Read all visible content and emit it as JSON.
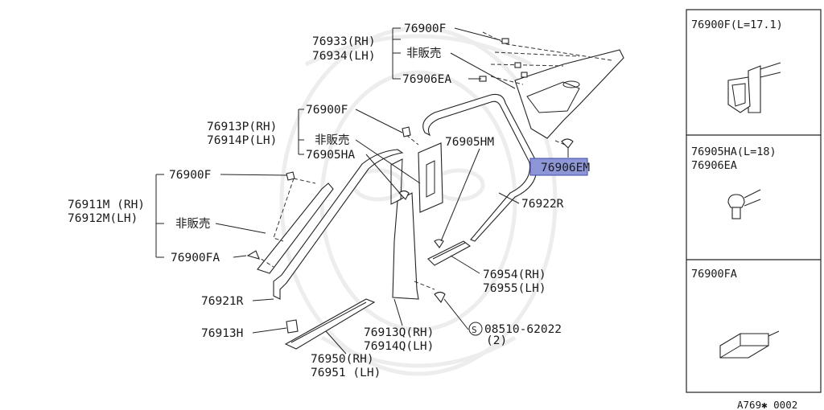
{
  "labels": {
    "p76933": "76933(RH)",
    "p76934": "76934(LH)",
    "p76900F_top": "76900F",
    "not_for_sale_1": "非販売",
    "p76906EA": "76906EA",
    "p76913P": "76913P(RH)",
    "p76914P": "76914P(LH)",
    "p76900F_mid": "76900F",
    "not_for_sale_2": "非販売",
    "p76905HA": "76905HA",
    "p76905HM": "76905HM",
    "p76906EM": "76906EM",
    "p76922R": "76922R",
    "p76911M": "76911M (RH)",
    "p76912M": "76912M(LH)",
    "p76900F_left": "76900F",
    "not_for_sale_3": "非販売",
    "p76900FA": "76900FA",
    "p76921R": "76921R",
    "p76913H": "76913H",
    "p76954": "76954(RH)",
    "p76955": "76955(LH)",
    "p76913Q": "76913Q(RH)",
    "p76914Q": "76914Q(LH)",
    "screw_circle": "S",
    "screw_part": "08510-62022",
    "screw_qty": "(2)",
    "p76950": "76950(RH)",
    "p76951": "76951 (LH)"
  },
  "highlight": {
    "part": "76906EM",
    "color": "#8d97d8"
  },
  "panels": [
    {
      "title": "76900F(L=17.1)"
    },
    {
      "title": "76905HA(L=18)",
      "subtitle": "76906EA"
    },
    {
      "title": "76900FA"
    }
  ],
  "diagram_code": "A769✱ 0002"
}
